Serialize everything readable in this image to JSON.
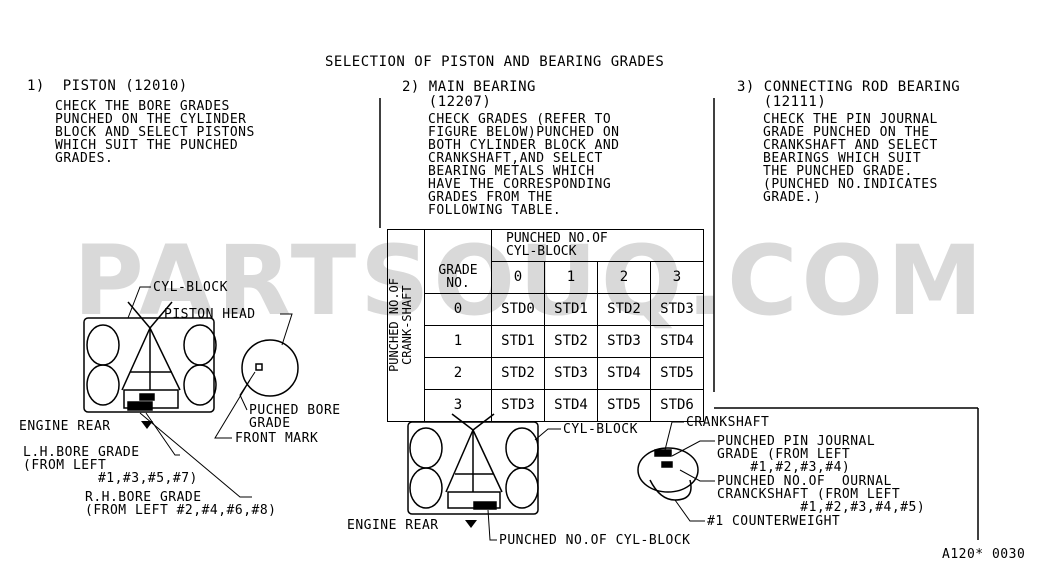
{
  "watermark": "PARTSOUQ.COM",
  "title": "SELECTION OF PISTON AND BEARING GRADES",
  "sections": {
    "piston": {
      "heading": "1)  PISTON (12010)",
      "body": "CHECK THE BORE GRADES\nPUNCHED ON THE CYLINDER\nBLOCK AND SELECT PISTONS\nWHICH SUIT THE PUNCHED\nGRADES."
    },
    "main_bearing": {
      "heading": "2) MAIN BEARING\n   (12207)",
      "body": "CHECK GRADES (REFER TO\nFIGURE BELOW)PUNCHED ON\nBOTH CYLINDER BLOCK AND\nCRANKSHAFT,AND SELECT\nBEARING METALS WHICH\nHAVE THE CORRESPONDING\nGRADES FROM THE\nFOLLOWING TABLE."
    },
    "conrod_bearing": {
      "heading": "3) CONNECTING ROD BEARING\n   (12111)",
      "body": "CHECK THE PIN JOURNAL\nGRADE PUNCHED ON THE\nCRANKSHAFT AND SELECT\nBEARINGS WHICH SUIT\nTHE PUNCHED GRADE.\n(PUNCHED NO.INDICATES\nGRADE.)"
    }
  },
  "table": {
    "col_group_header": "PUNCHED NO.OF\nCYL-BLOCK",
    "row_group_header": "PUNCHED NO.OF\nCRANK-SHAFT",
    "grade_no_header": "GRADE\nNO.",
    "columns": [
      "0",
      "1",
      "2",
      "3"
    ],
    "rows": [
      {
        "grade": "0",
        "cells": [
          "STD0",
          "STD1",
          "STD2",
          "STD3"
        ]
      },
      {
        "grade": "1",
        "cells": [
          "STD1",
          "STD2",
          "STD3",
          "STD4"
        ]
      },
      {
        "grade": "2",
        "cells": [
          "STD2",
          "STD3",
          "STD4",
          "STD5"
        ]
      },
      {
        "grade": "3",
        "cells": [
          "STD3",
          "STD4",
          "STD5",
          "STD6"
        ]
      }
    ]
  },
  "labels": {
    "cyl_block_1": "CYL-BLOCK",
    "piston_head": "PISTON HEAD",
    "punched_bore_grade": "PUCHED BORE\nGRADE",
    "front_mark": "FRONT MARK",
    "engine_rear_1": "ENGINE REAR",
    "lh_bore_grade": "L.H.BORE GRADE\n(FROM LEFT\n         #1,#3,#5,#7)",
    "rh_bore_grade": "R.H.BORE GRADE\n(FROM LEFT #2,#4,#6,#8)",
    "cyl_block_2": "CYL-BLOCK",
    "crankshaft": "CRANKSHAFT",
    "punched_pin_journal": "PUNCHED PIN JOURNAL\nGRADE (FROM LEFT\n    #1,#2,#3,#4)",
    "punched_journal": "PUNCHED NO.OF  OURNAL\nCRANCKSHAFT (FROM LEFT\n          #1,#2,#3,#4,#5)",
    "counterweight": "#1 COUNTERWEIGHT",
    "engine_rear_2": "ENGINE REAR",
    "punched_cyl_block": "PUNCHED NO.OF CYL-BLOCK",
    "figure_code": "A120* 0030"
  }
}
